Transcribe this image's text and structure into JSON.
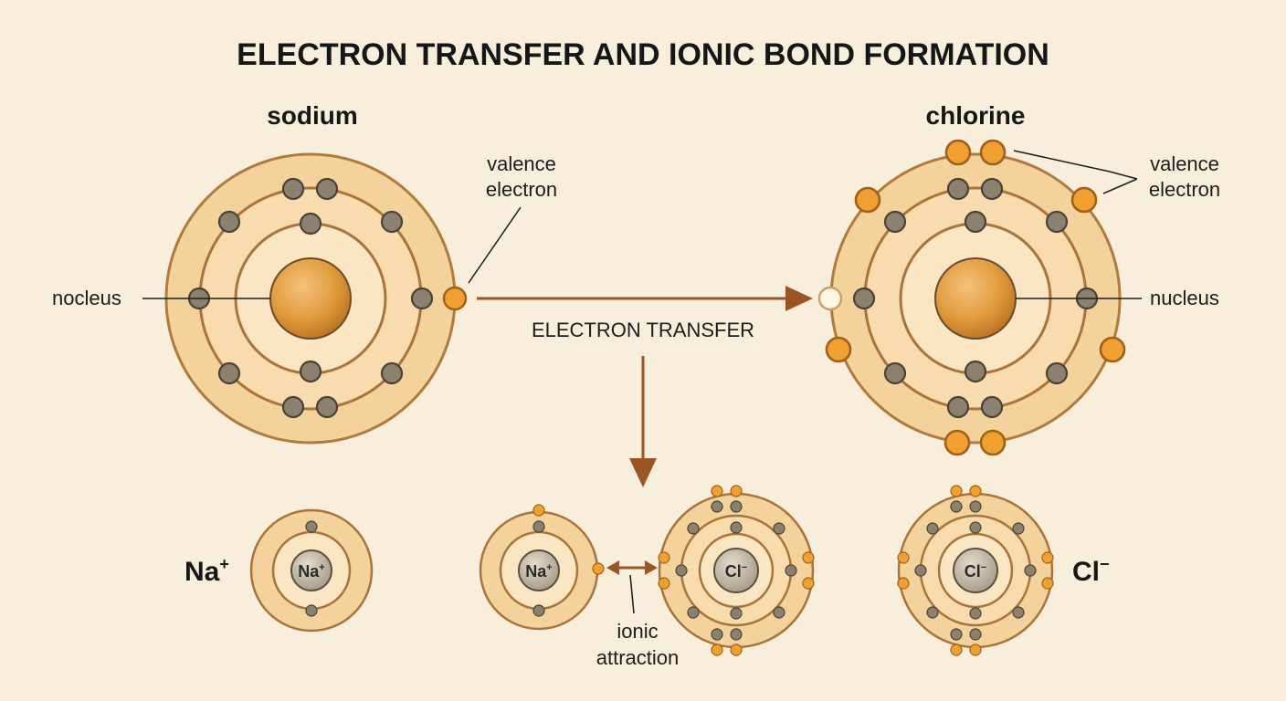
{
  "title": "ELECTRON TRANSFER AND IONIC BOND FORMATION",
  "sodium": {
    "name": "sodium",
    "nucleus_label": "nocleus",
    "valence_label_line1": "valence",
    "valence_label_line2": "electron"
  },
  "chlorine": {
    "name": "chlorine",
    "nucleus_label": "nucleus",
    "valence_label_line1": "valence",
    "valence_label_line2": "electron"
  },
  "transfer_label": "ELECTRON TRANSFER",
  "ionic_label_line1": "ionic",
  "ionic_label_line2": "attraction",
  "na_ion": {
    "symbol": "Na",
    "charge": "+"
  },
  "cl_ion": {
    "symbol": "Cl",
    "charge": "−"
  },
  "colors": {
    "background": "#f7efdc",
    "shell_fill": "#f6d7a6",
    "shell_stroke": "#b07a3c",
    "inner_fill": "#fbe6c4",
    "nucleus": "#e09a3c",
    "inner_electron": "#8a8170",
    "valence_electron": "#f0a030",
    "arrow": "#9a5525"
  }
}
